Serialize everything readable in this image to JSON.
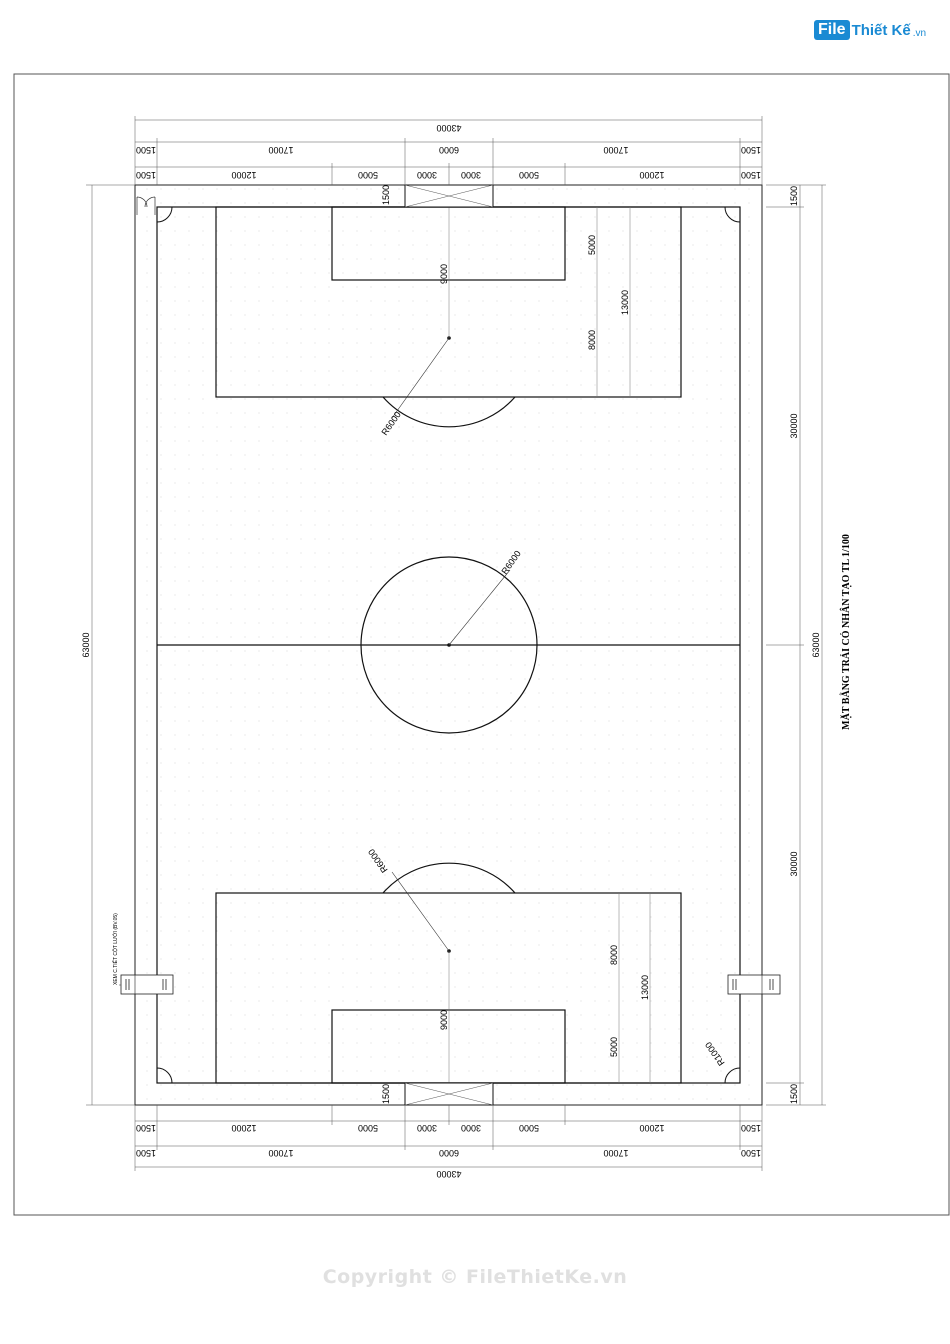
{
  "logo": {
    "file": "File",
    "brand": "Thiết Kế",
    "tld": ".vn"
  },
  "title": "MẶT BẰNG TRẢI CỎ NHÂN TẠO TL 1/100",
  "copyright": "Copyright © FileThietKe.vn",
  "dims": {
    "total_width": "43000",
    "total_length": "63000",
    "side_margin": "1500",
    "half_length": "30000",
    "box_17000": "17000",
    "goal_6000": "6000",
    "box_12000": "12000",
    "box_5000": "5000",
    "goal_3000": "3000",
    "depth_5000": "5000",
    "depth_8000": "8000",
    "depth_13000": "13000",
    "spot_9000": "9000",
    "radius_6000": "R6000",
    "corner_radius": "R1000"
  },
  "note_left": "XEM C.TIẾT CỘT LƯỚI (BV.05)"
}
